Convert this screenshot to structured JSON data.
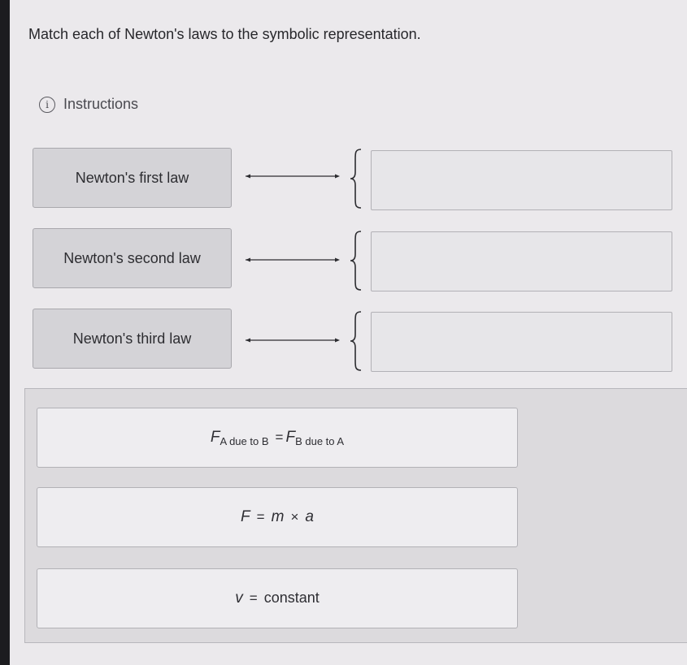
{
  "question": {
    "text": "Match each of Newton's laws to the symbolic representation."
  },
  "instructions": {
    "label": "Instructions",
    "icon": "info-icon"
  },
  "laws": [
    {
      "label": "Newton's first law"
    },
    {
      "label": "Newton's second law"
    },
    {
      "label": "Newton's third law"
    }
  ],
  "cards": [
    {
      "type": "third-law-formula",
      "var_a": "F",
      "sub_a": "A due to B",
      "equals": "=",
      "var_b": "F",
      "sub_b": "B due to A"
    },
    {
      "type": "second-law-formula",
      "var_f": "F",
      "equals": "=",
      "var_m": "m",
      "times": "×",
      "var_a": "a"
    },
    {
      "type": "first-law-formula",
      "var_v": "v",
      "equals": "=",
      "word": "constant"
    }
  ],
  "colors": {
    "law_fill": "#d4d3d7",
    "drop_fill": "#e7e6e9",
    "pool_fill": "#dcdadd",
    "card_fill": "#eeedf0"
  }
}
